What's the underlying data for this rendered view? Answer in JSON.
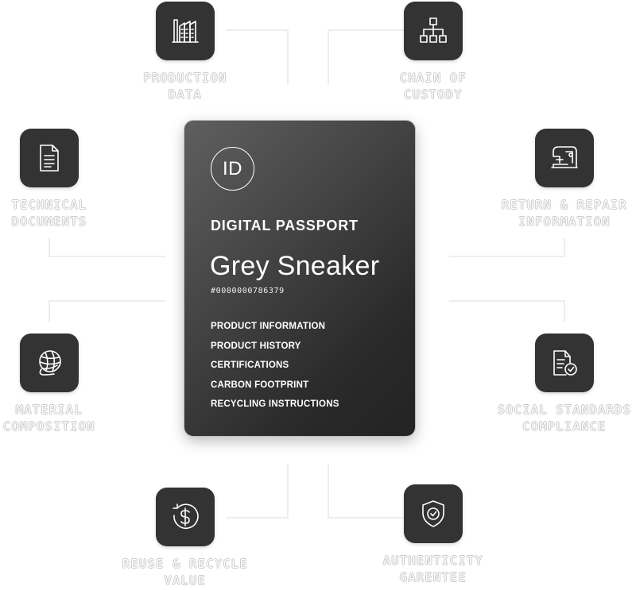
{
  "passport_card": {
    "badge": "ID",
    "heading": "DIGITAL PASSPORT",
    "product_name": "Grey Sneaker",
    "product_id": "#0000000786379",
    "sections": [
      "PRODUCT INFORMATION",
      "PRODUCT HISTORY",
      "CERTIFICATIONS",
      "CARBON FOOTPRINT",
      "RECYCLING INSTRUCTIONS"
    ]
  },
  "nodes": {
    "production_data": {
      "icon": "factory-icon",
      "lines": [
        "PRODUCTION",
        "DATA"
      ]
    },
    "chain_of_custody": {
      "icon": "hierarchy-icon",
      "lines": [
        "CHAIN OF",
        "CUSTODY"
      ]
    },
    "technical_documents": {
      "icon": "document-icon",
      "lines": [
        "TECHNICAL",
        "DOCUMENTS"
      ]
    },
    "return_repair": {
      "icon": "sewing-machine-icon",
      "lines": [
        "RETURN & REPAIR",
        "INFORMATION"
      ]
    },
    "material_composition": {
      "icon": "yarn-ball-icon",
      "lines": [
        "MATERIAL",
        "COMPOSITION"
      ]
    },
    "social_standards": {
      "icon": "compliance-document-icon",
      "lines": [
        "SOCIAL STANDARDS",
        "COMPLIANCE"
      ]
    },
    "reuse_recycle": {
      "icon": "dollar-cycle-icon",
      "lines": [
        "REUSE & RECYCLE",
        "VALUE"
      ]
    },
    "authenticity": {
      "icon": "shield-check-icon",
      "lines": [
        "AUTHENTICITY",
        "GARENTEE"
      ]
    }
  },
  "colors": {
    "tile": "#333333",
    "card_dark": "#232323",
    "card_light": "#5f5f5f",
    "connector": "#e3e3e3",
    "label_outline": "#d2d2d2"
  }
}
